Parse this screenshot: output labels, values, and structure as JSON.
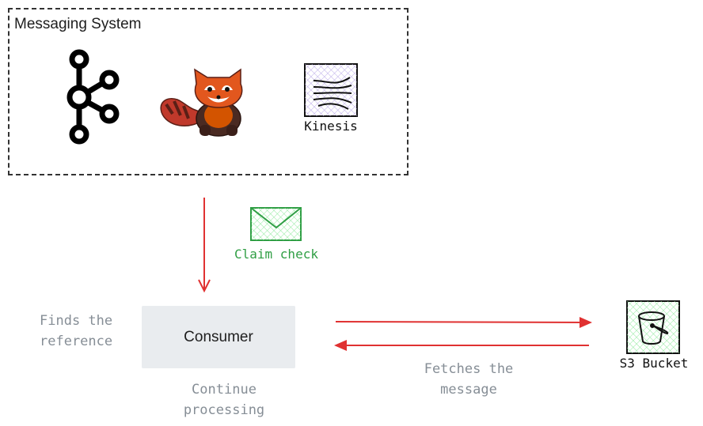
{
  "group": {
    "title": "Messaging System"
  },
  "icons": {
    "kafka": "kafka-logo-icon",
    "redpanda": "redpanda-mascot-icon",
    "kinesis": "kinesis-icon",
    "envelope": "envelope-icon",
    "bucket": "s3-bucket-icon"
  },
  "labels": {
    "kinesis": "Kinesis",
    "claim_check": "Claim check",
    "consumer": "Consumer",
    "finds_reference": [
      "Finds the",
      "reference"
    ],
    "continue_processing": [
      "Continue",
      "processing"
    ],
    "fetches_message": [
      "Fetches the",
      "message"
    ],
    "s3_bucket": "S3 Bucket"
  },
  "colors": {
    "arrow": "#e03131",
    "claim": "#2f9e44",
    "annotation": "#868e96",
    "consumer_fill": "#e9ecef"
  }
}
